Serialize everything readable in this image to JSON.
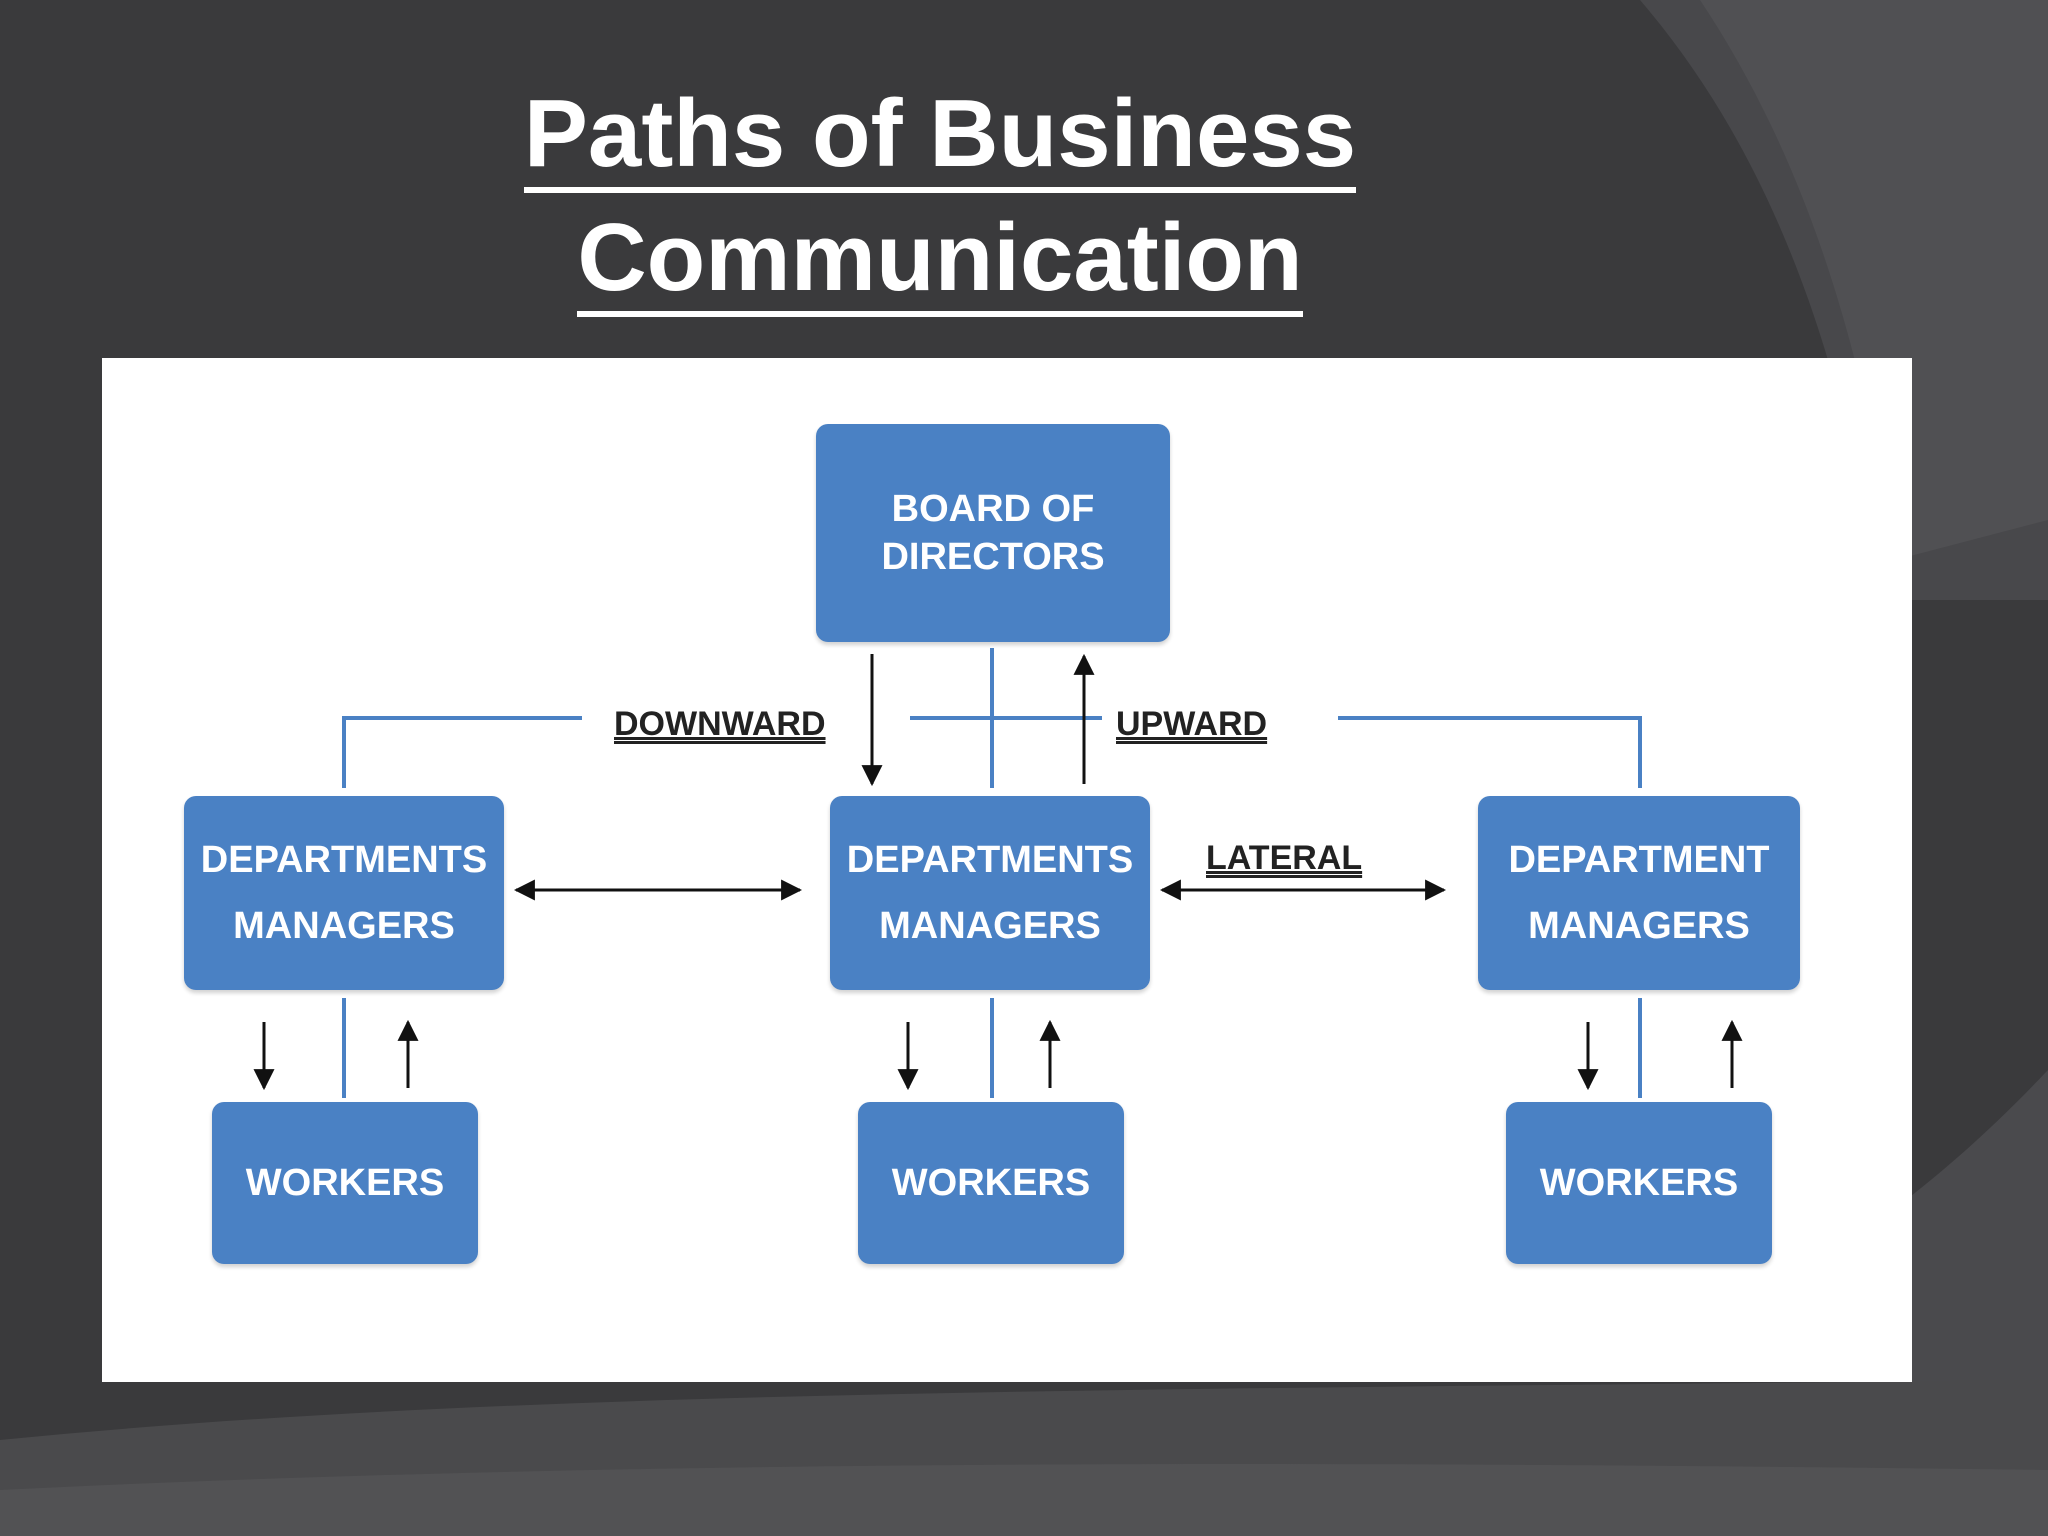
{
  "slide": {
    "title_line1": "Paths of Business",
    "title_line2": "Communication"
  },
  "colors": {
    "background": "#3c3c3e",
    "box_fill": "#4a81c4",
    "box_text": "#ffffff",
    "panel": "#ffffff",
    "connector": "#4a81c4",
    "arrow": "#111111"
  },
  "diagram": {
    "board": {
      "line1": "BOARD OF",
      "line2": "DIRECTORS"
    },
    "managers_left": {
      "line1": "DEPARTMENTS",
      "line2": "MANAGERS"
    },
    "managers_center": {
      "line1": "DEPARTMENTS",
      "line2": "MANAGERS"
    },
    "managers_right": {
      "line1": "DEPARTMENT",
      "line2": "MANAGERS"
    },
    "workers_left": {
      "label": "WORKERS"
    },
    "workers_center": {
      "label": "WORKERS"
    },
    "workers_right": {
      "label": "WORKERS"
    },
    "labels": {
      "downward": "DOWNWARD",
      "upward": "UPWARD",
      "lateral": "LATERAL"
    }
  }
}
